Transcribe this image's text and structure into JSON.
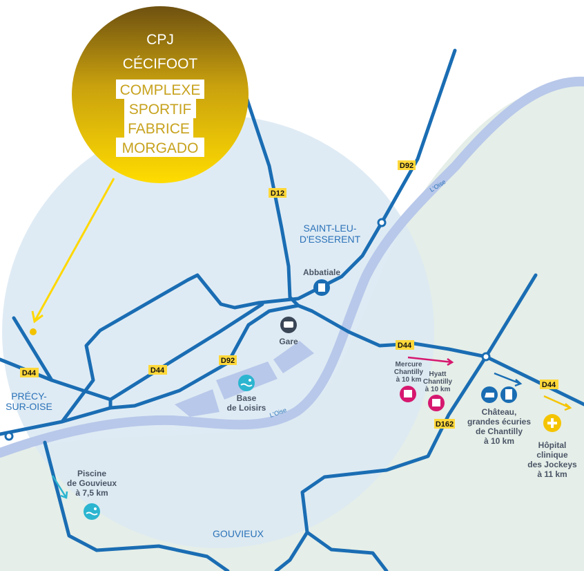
{
  "badge": {
    "line1": "CPJ",
    "line2": "CÉCIFOOT",
    "boxed": [
      "COMPLEXE",
      "SPORTIF",
      "FABRICE",
      "MORGADO"
    ]
  },
  "places": {
    "saint_leu_1": "SAINT-LEU-",
    "saint_leu_2": "D'ESSERENT",
    "precy_1": "PRÉCY-",
    "precy_2": "SUR-OISE",
    "gouvieux": "GOUVIEUX"
  },
  "roads": {
    "d12": "D12",
    "d92_top": "D92",
    "d92": "D92",
    "d44_left": "D44",
    "d44_mid": "D44",
    "d44_right": "D44",
    "d44_far": "D44",
    "d162": "D162"
  },
  "river": {
    "label_top": "L'Oise",
    "label_bottom": "L'Oise"
  },
  "poi": {
    "abbatiale": "Abbatiale",
    "gare": "Gare",
    "base_1": "Base",
    "base_2": "de Loisirs",
    "piscine": [
      "Piscine",
      "de Gouvieux",
      "à 7,5 km"
    ],
    "mercure": [
      "Mercure",
      "Chantilly",
      "à 10 km"
    ],
    "hyatt": [
      "Hyatt",
      "Chantilly",
      "à 10 km"
    ],
    "chateau": [
      "Château,",
      "grandes écuries",
      "de Chantilly",
      "à 10 km"
    ],
    "hopital": [
      "Hôpital",
      "clinique",
      "des Jockeys",
      "à 11 km"
    ]
  },
  "colors": {
    "road": "#1a6db3",
    "river": "#b8c8ea",
    "zone": "#e1edf6",
    "green": "#e5eee8",
    "gold": "#f5d000",
    "hotel": "#d6186f",
    "sport": "#2bb5d0"
  }
}
